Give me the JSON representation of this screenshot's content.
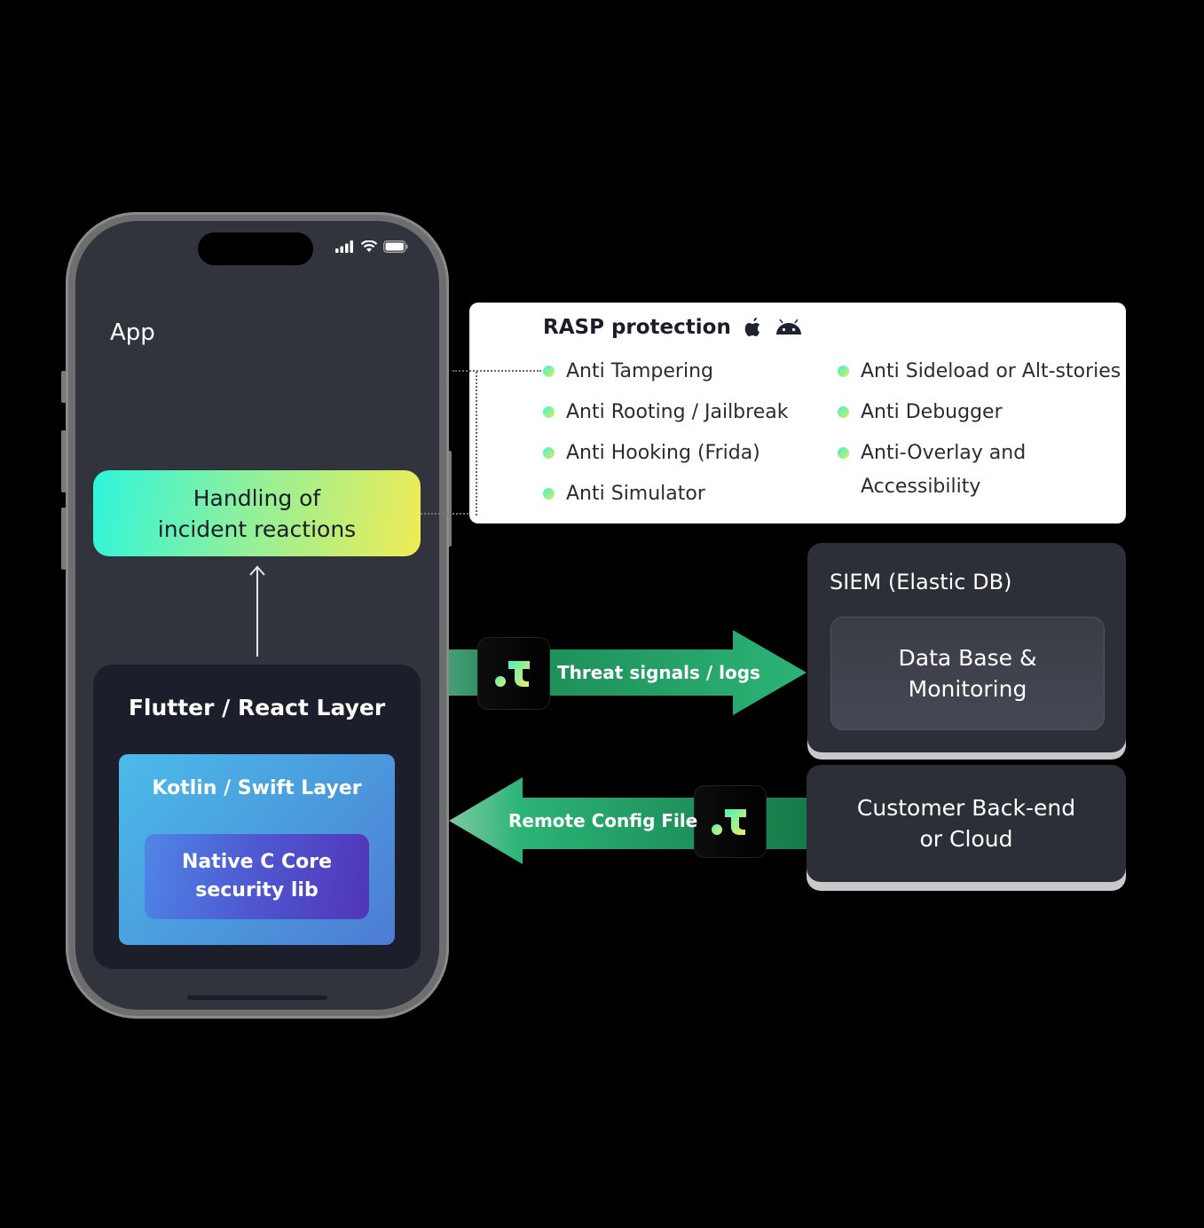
{
  "phone": {
    "app_label": "App",
    "status_icons": [
      "signal-icon",
      "wifi-icon",
      "battery-icon"
    ],
    "incident_box": {
      "line1": "Handling of",
      "line2": "incident reactions"
    },
    "flutter_layer": "Flutter / React Layer",
    "kotlin_layer": "Kotlin / Swift Layer",
    "native_core": {
      "line1": "Native C Core",
      "line2": "security lib"
    }
  },
  "rasp": {
    "title": "RASP protection",
    "platform_icons": [
      "apple-icon",
      "android-icon"
    ],
    "left_items": [
      "Anti Tampering",
      "Anti Rooting / Jailbreak",
      "Anti Hooking (Frida)",
      "Anti Simulator"
    ],
    "right_items": [
      "Anti Sideload or Alt-stories",
      "Anti Debugger",
      "Anti-Overlay and"
    ],
    "right_items_continuation": "Accessibility"
  },
  "arrows": {
    "threat": "Threat signals / logs",
    "config": "Remote Config File",
    "logo_icon": "talsec-logo-icon"
  },
  "siem": {
    "title": "SIEM (Elastic DB)",
    "db": {
      "line1": "Data Base &",
      "line2": "Monitoring"
    }
  },
  "backend": {
    "line1": "Customer Back-end",
    "line2": "or Cloud"
  },
  "colors": {
    "arrow_green": "#2bb070",
    "arrow_dark": "#157a48",
    "phone_screen": "#32343d",
    "card_dark": "#2d2f38",
    "gradient_start": "#2ef5dc",
    "gradient_end": "#f0ec55"
  }
}
